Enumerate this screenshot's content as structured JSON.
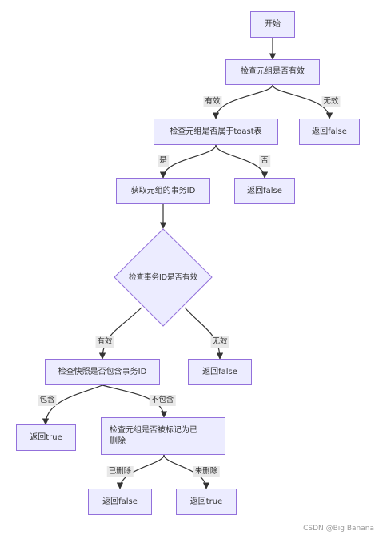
{
  "nodes": {
    "start": "开始",
    "check_tuple_valid": "检查元组是否有效",
    "check_toast_table": "检查元组是否属于toast表",
    "return_false_1": "返回false",
    "get_txid": "获取元组的事务ID",
    "return_false_2": "返回false",
    "check_txid_valid": "检查事务ID是否有效",
    "check_snapshot": "检查快照是否包含事务ID",
    "return_false_3": "返回false",
    "return_true_1": "返回true",
    "check_deleted_line1": "检查元组是否被标记为已",
    "check_deleted_line2": "删除",
    "return_false_4": "返回false",
    "return_true_2": "返回true"
  },
  "edge_labels": {
    "valid_1": "有效",
    "invalid_1": "无效",
    "yes": "是",
    "no": "否",
    "valid_2": "有效",
    "invalid_2": "无效",
    "contains": "包含",
    "not_contains": "不包含",
    "deleted": "已删除",
    "not_deleted": "未删除"
  },
  "watermark": "CSDN @Big Banana",
  "colors": {
    "node_fill": "#ececff",
    "node_border": "#9370db",
    "edge": "#333333",
    "edge_label_bg": "#e8e8e8"
  }
}
